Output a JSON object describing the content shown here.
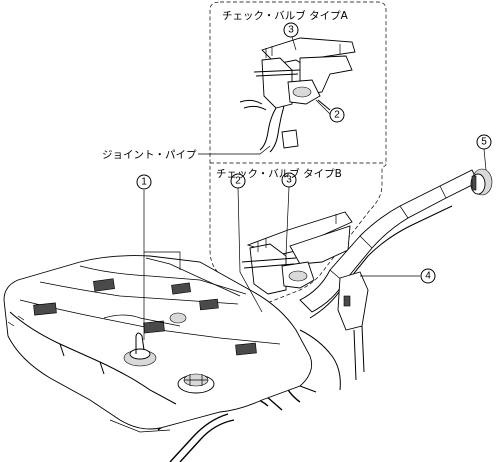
{
  "labels": {
    "check_valve_type_a": "チェック・バルブ タイプA",
    "check_valve_type_b": "チェック・バルブ タイプB",
    "joint_pipe": "ジョイント・パイプ"
  },
  "callouts": {
    "c1": "1",
    "c2_top": "2",
    "c2_bottom": "2",
    "c3_top": "3",
    "c3_bottom": "3",
    "c4": "4",
    "c5": "5"
  }
}
